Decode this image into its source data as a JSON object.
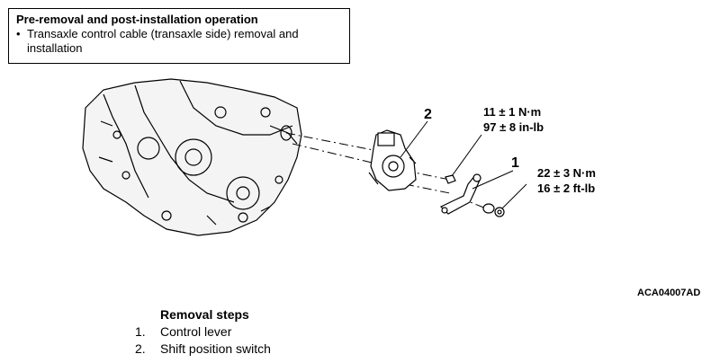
{
  "note": {
    "title": "Pre-removal and post-installation operation",
    "bullet": "•",
    "items": [
      "Transaxle control cable (transaxle side) removal and installation"
    ]
  },
  "callouts": {
    "label_2": "2",
    "label_1": "1",
    "torque_a_line1": "11 ± 1 N·m",
    "torque_a_line2": "97 ± 8 in-lb",
    "torque_b_line1": "22 ± 3 N·m",
    "torque_b_line2": "16 ± 2 ft-lb"
  },
  "figure_code": "ACA04007AD",
  "removal": {
    "heading": "Removal steps",
    "steps": [
      {
        "num": "1.",
        "label": "Control lever"
      },
      {
        "num": "2.",
        "label": "Shift position switch"
      }
    ]
  }
}
